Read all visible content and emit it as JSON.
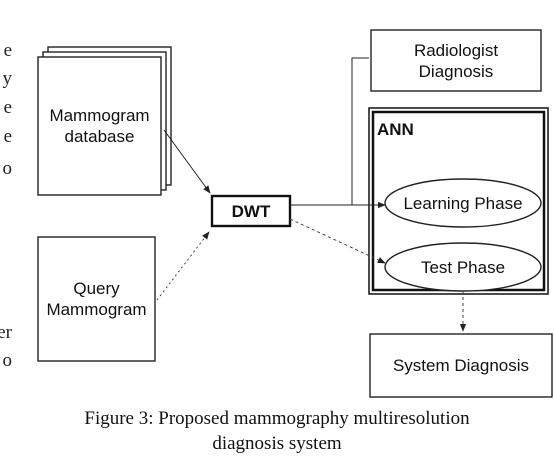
{
  "left_fragments": [
    "e",
    "y",
    "e",
    "e",
    "o",
    "er",
    "o"
  ],
  "nodes": {
    "mammogram_db": "Mammogram\ndatabase",
    "query": "Query\nMammogram",
    "dwt": "DWT",
    "radiologist": "Radiologist\nDiagnosis",
    "ann": "ANN",
    "learning": "Learning Phase",
    "test": "Test Phase",
    "system": "System Diagnosis"
  },
  "caption": {
    "line1": "Figure 3: Proposed mammography multiresolution",
    "line2": "diagnosis system"
  }
}
